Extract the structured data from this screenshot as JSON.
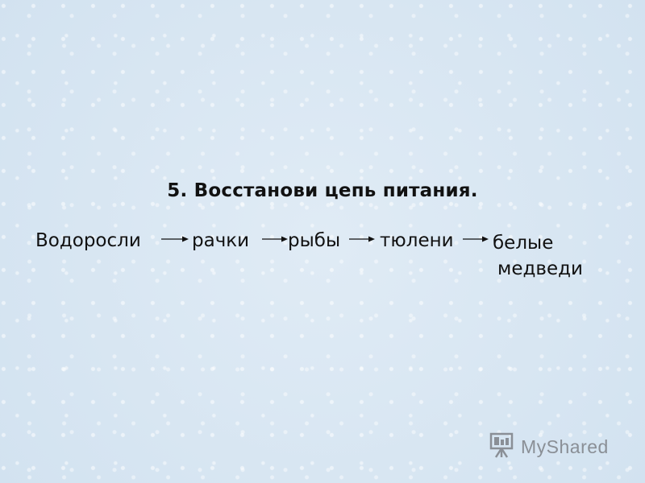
{
  "title": "5. Восстанови цепь питания.",
  "chain": {
    "items": [
      "Водоросли",
      "рачки",
      "рыбы",
      "тюлени"
    ],
    "last_line1": "белые",
    "last_line2": "медведи"
  },
  "watermark": {
    "text": "MyShared",
    "icon": "projector-board-icon"
  }
}
